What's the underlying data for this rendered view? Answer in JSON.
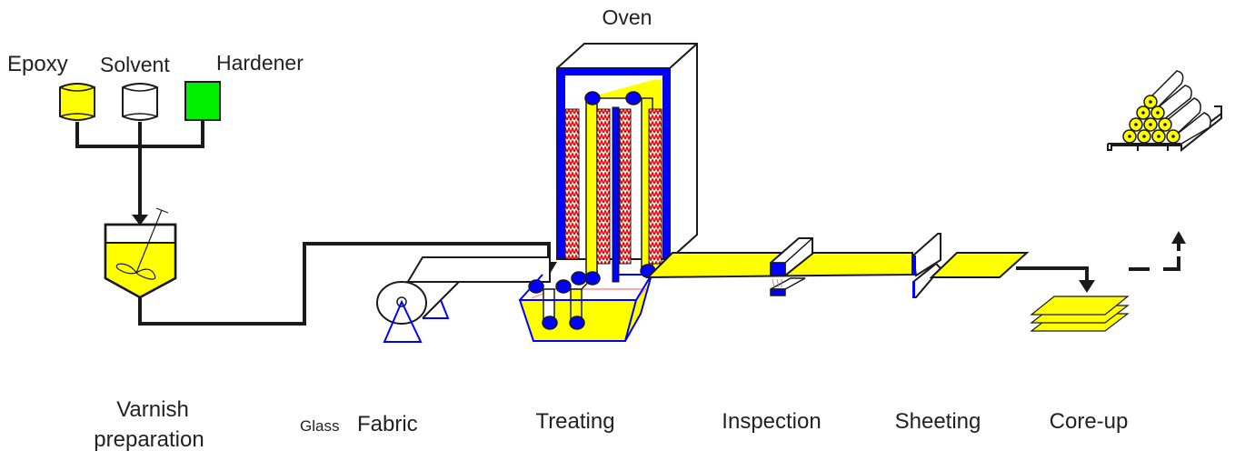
{
  "diagram": {
    "title": "Prepreg / laminate manufacturing process",
    "colors": {
      "epoxy": "#ffff00",
      "solvent": "#ffffff",
      "hardener": "#00ee00",
      "varnish": "#ffff00",
      "roller": "#0000ff",
      "heater": "#ff0000",
      "frame": "#0000ff",
      "outline": "#1a1a1a",
      "resin_surface": "#ffaaaa"
    },
    "ingredients": [
      {
        "label": "Epoxy"
      },
      {
        "label": "Solvent"
      },
      {
        "label": "Hardener"
      }
    ],
    "oven_label": "Oven",
    "stages": [
      {
        "line1": "Varnish",
        "line2": "preparation"
      },
      {
        "prefix": "Glass",
        "label": "Fabric"
      },
      {
        "label": "Treating"
      },
      {
        "label": "Inspection"
      },
      {
        "label": "Sheeting"
      },
      {
        "label": "Core-up"
      }
    ],
    "flows": [
      {
        "from": "Epoxy/Solvent/Hardener",
        "to": "Varnish preparation",
        "style": "solid"
      },
      {
        "from": "Varnish preparation",
        "to": "Treating",
        "style": "solid"
      },
      {
        "from": "Sheeting",
        "to": "Core-up",
        "style": "solid"
      },
      {
        "from": "Core-up",
        "to": "Rolls storage",
        "style": "dashed"
      }
    ]
  }
}
